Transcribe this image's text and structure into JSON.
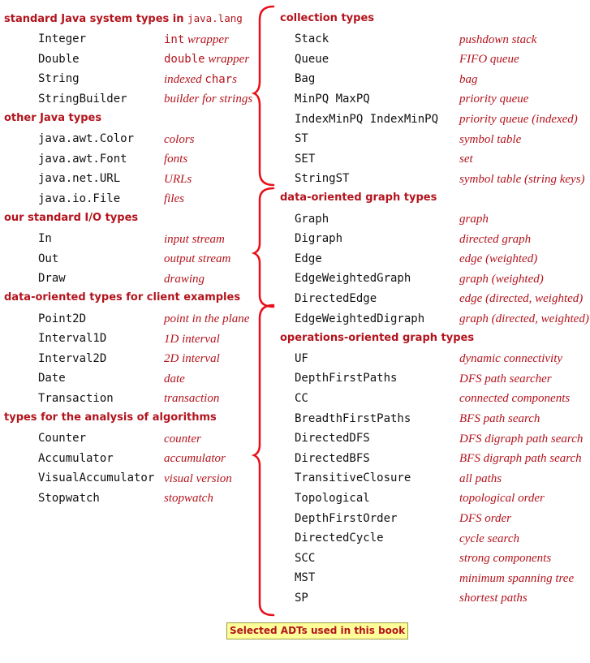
{
  "left": [
    {
      "title": "standard Java system types in ",
      "title_code": "java.lang",
      "rows": [
        {
          "name": "Integer",
          "desc_code": "int",
          "desc": " wrapper"
        },
        {
          "name": "Double",
          "desc_code": "double",
          "desc": " wrapper"
        },
        {
          "name": "String",
          "desc": "indexed ",
          "desc_code2": "char",
          "desc_tail": "s"
        },
        {
          "name": "StringBuilder",
          "desc": "builder for strings"
        }
      ]
    },
    {
      "title": "other Java types",
      "rows": [
        {
          "name": "java.awt.Color",
          "desc": "colors"
        },
        {
          "name": "java.awt.Font",
          "desc": "fonts"
        },
        {
          "name": "java.net.URL",
          "desc": "URLs"
        },
        {
          "name": "java.io.File",
          "desc": "files"
        }
      ]
    },
    {
      "title": "our standard I/O types",
      "rows": [
        {
          "name": "In",
          "desc": "input stream"
        },
        {
          "name": "Out",
          "desc": "output stream"
        },
        {
          "name": "Draw",
          "desc": "drawing"
        }
      ]
    },
    {
      "title": "data-oriented types  for client examples",
      "rows": [
        {
          "name": "Point2D",
          "desc": "point in the plane"
        },
        {
          "name": "Interval1D",
          "desc": "1D interval"
        },
        {
          "name": "Interval2D",
          "desc": "2D interval"
        },
        {
          "name": "Date",
          "desc": "date"
        },
        {
          "name": "Transaction",
          "desc": "transaction"
        }
      ]
    },
    {
      "title": "types for the analysis of algorithms",
      "rows": [
        {
          "name": "Counter",
          "desc": "counter"
        },
        {
          "name": "Accumulator",
          "desc": "accumulator"
        },
        {
          "name": "VisualAccumulator",
          "desc": "visual version"
        },
        {
          "name": "Stopwatch",
          "desc": "stopwatch"
        }
      ]
    }
  ],
  "right": [
    {
      "title": "collection types",
      "rows": [
        {
          "name": "Stack",
          "desc": "pushdown stack"
        },
        {
          "name": "Queue",
          "desc": "FIFO queue"
        },
        {
          "name": "Bag",
          "desc": "bag"
        },
        {
          "name": "MinPQ  MaxPQ",
          "desc": "priority queue"
        },
        {
          "name": "IndexMinPQ  IndexMinPQ",
          "desc": "priority queue (indexed)"
        },
        {
          "name": "ST",
          "desc": "symbol table"
        },
        {
          "name": "SET",
          "desc": "set"
        },
        {
          "name": "StringST",
          "desc": "symbol table (string keys)"
        }
      ]
    },
    {
      "title": "data-oriented graph types",
      "rows": [
        {
          "name": "Graph",
          "desc": "graph"
        },
        {
          "name": "Digraph",
          "desc": "directed graph"
        },
        {
          "name": "Edge",
          "desc": "edge (weighted)"
        },
        {
          "name": "EdgeWeightedGraph",
          "desc": "graph (weighted)"
        },
        {
          "name": "DirectedEdge",
          "desc": "edge (directed, weighted)"
        },
        {
          "name": "EdgeWeightedDigraph",
          "desc": "graph (directed, weighted)"
        }
      ]
    },
    {
      "title": "operations-oriented graph types",
      "rows": [
        {
          "name": "UF",
          "desc": "dynamic connectivity"
        },
        {
          "name": "DepthFirstPaths",
          "desc": "DFS path searcher"
        },
        {
          "name": "CC",
          "desc": "connected components"
        },
        {
          "name": "BreadthFirstPaths",
          "desc": "BFS path search"
        },
        {
          "name": "DirectedDFS",
          "desc": "DFS digraph path search"
        },
        {
          "name": "DirectedBFS",
          "desc": "BFS digraph path search"
        },
        {
          "name": "TransitiveClosure",
          "desc": "all paths"
        },
        {
          "name": "Topological",
          "desc": "topological order"
        },
        {
          "name": "DepthFirstOrder",
          "desc": "DFS order"
        },
        {
          "name": "DirectedCycle",
          "desc": "cycle search"
        },
        {
          "name": "SCC",
          "desc": "strong components"
        },
        {
          "name": "MST",
          "desc": "minimum spanning tree"
        },
        {
          "name": "SP",
          "desc": "shortest paths"
        }
      ]
    }
  ],
  "caption": "Selected ADTs used in this book",
  "colors": {
    "accent": "#b3141d",
    "brace": "#e8101a",
    "caption_bg": "#ffff99"
  }
}
